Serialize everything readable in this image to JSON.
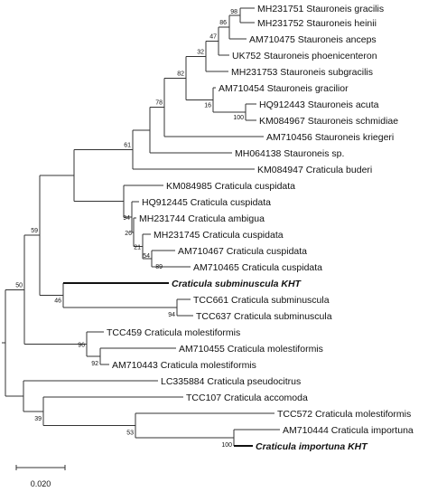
{
  "leaves": [
    {
      "id": "L1",
      "label": "MH231751 Stauroneis gracilis"
    },
    {
      "id": "L2",
      "label": "MH231752 Stauroneis heinii"
    },
    {
      "id": "L3",
      "label": "AM710475 Stauroneis anceps"
    },
    {
      "id": "L4",
      "label": "UK752 Stauroneis phoenicenteron"
    },
    {
      "id": "L5",
      "label": "MH231753 Stauroneis subgracilis"
    },
    {
      "id": "L6",
      "label": "AM710454 Stauroneis gracilior"
    },
    {
      "id": "L7",
      "label": "HQ912443 Stauroneis acuta"
    },
    {
      "id": "L8",
      "label": "KM084967 Stauroneis schmidiae"
    },
    {
      "id": "L9",
      "label": "AM710456 Stauroneis kriegeri"
    },
    {
      "id": "L10",
      "label": "MH064138 Stauroneis sp."
    },
    {
      "id": "L11",
      "label": "KM084947 Craticula buderi"
    },
    {
      "id": "L12",
      "label": "KM084985 Craticula cuspidata"
    },
    {
      "id": "L13",
      "label": "HQ912445 Craticula cuspidata"
    },
    {
      "id": "L14",
      "label": "MH231744 Craticula ambigua"
    },
    {
      "id": "L15",
      "label": "MH231745 Craticula cuspidata"
    },
    {
      "id": "L16",
      "label": "AM710467 Craticula cuspidata"
    },
    {
      "id": "L17",
      "label": "AM710465 Craticula cuspidata"
    },
    {
      "id": "L18",
      "label": "Craticula subminuscula KHT",
      "highlight": true
    },
    {
      "id": "L19",
      "label": "TCC661 Craticula subminuscula"
    },
    {
      "id": "L20",
      "label": "TCC637 Craticula subminuscula"
    },
    {
      "id": "L21",
      "label": "TCC459 Craticula molestiformis"
    },
    {
      "id": "L22",
      "label": "AM710455 Craticula molestiformis"
    },
    {
      "id": "L23",
      "label": "AM710443 Craticula molestiformis"
    },
    {
      "id": "L24",
      "label": "LC335884 Craticula pseudocitrus"
    },
    {
      "id": "L25",
      "label": "TCC107 Craticula accomoda"
    },
    {
      "id": "L26",
      "label": "TCC572 Craticula molestiformis"
    },
    {
      "id": "L27",
      "label": "AM710444 Craticula importuna"
    },
    {
      "id": "L28",
      "label": "Craticula importuna KHT",
      "highlight": true
    }
  ],
  "bootstrap": {
    "n_gracilis_heinii": "98",
    "n_anceps": "86",
    "n_phoenicenteron": "47",
    "n_subgracilis": "32",
    "n_acuta_schmidiae": "100",
    "n_gracilior": "16",
    "n_stauroneis_core": "82",
    "n_stauroneis": "78",
    "n_buderi": "61",
    "n_cuspidata": "94",
    "n_ambigua": "26",
    "n_mh231745": "21",
    "n_am710467": "54",
    "n_am710465": "89",
    "n_subminuscula": "46",
    "n_tcc637": "94",
    "n_upper": "59",
    "n_molest_inner": "92",
    "n_molest": "96",
    "n_ingroup": "50",
    "n_importuna_kht": "100",
    "n_tcc572": "53",
    "n_accomoda": "39"
  },
  "scale_bar": {
    "label": "0.020"
  }
}
